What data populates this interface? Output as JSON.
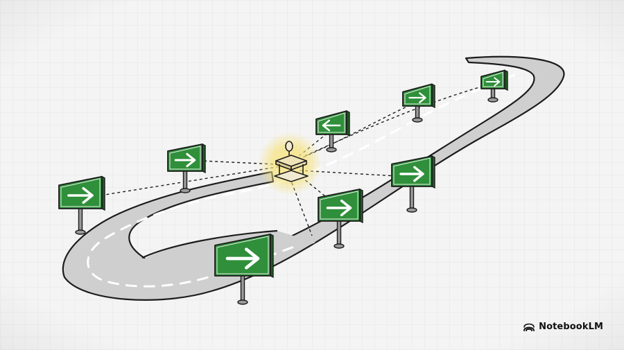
{
  "scene": {
    "description_free": true,
    "colors": {
      "background": "#f4f4f4",
      "grid": "#e4e4e4",
      "road": "#cfcfcf",
      "road_edge": "#1c1c1c",
      "lane_dash": "#ffffff",
      "sign_green": "#2f8f3a",
      "sign_border": "#1c1c1c",
      "glow": "#f7e36a"
    },
    "signs": [
      {
        "id": "sign-1",
        "arrow": "right"
      },
      {
        "id": "sign-2",
        "arrow": "right"
      },
      {
        "id": "sign-3",
        "arrow": "left"
      },
      {
        "id": "sign-4",
        "arrow": "right"
      },
      {
        "id": "sign-5",
        "arrow": "right"
      },
      {
        "id": "sign-6",
        "arrow": "right"
      },
      {
        "id": "sign-7",
        "arrow": "right"
      },
      {
        "id": "sign-8",
        "arrow": "right"
      }
    ],
    "center_icon": "tollbooth-icon"
  },
  "watermark": {
    "label": "NotebookLM",
    "icon": "notebooklm-logo-icon"
  }
}
